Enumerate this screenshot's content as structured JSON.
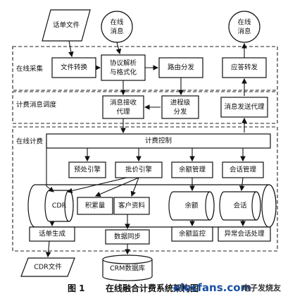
{
  "nodes": {
    "bill_file": "话单文件",
    "online_msg_in": "在线\n消息",
    "online_msg_out": "在线\n消息",
    "file_convert": "文件转换",
    "protocol_parse": "协议解析\n与格式化",
    "route_dist": "路由分发",
    "reply_forward": "应答转发",
    "msg_recv_proxy": "消息接收\n代理",
    "process_dist": "进程级\n分发",
    "msg_send_proxy": "消息发送代理",
    "billing_control": "计费控制",
    "preprocess_engine": "预处引擎",
    "rating_engine": "批价引擎",
    "balance_mgmt": "余额管理",
    "session_mgmt": "会话管理",
    "cdr": "CDR",
    "accumulation": "积累量",
    "customer_info": "客户资料",
    "balance": "余额",
    "session": "会话",
    "bill_gen": "话单生成",
    "data_sync": "数据同步",
    "balance_monitor": "余额监控",
    "abnormal_session": "异常会话处理",
    "cdr_file": "CDR文件",
    "crm_db": "CRM数据库"
  },
  "regions": {
    "collection": "在线采集",
    "dispatch": "计费消息调度",
    "billing": "在线计费"
  },
  "caption": {
    "figure": "图 1",
    "title": "在线融合计费系统架构图"
  },
  "watermark": {
    "site": "elecfans.com",
    "cn": "电子发烧友"
  }
}
